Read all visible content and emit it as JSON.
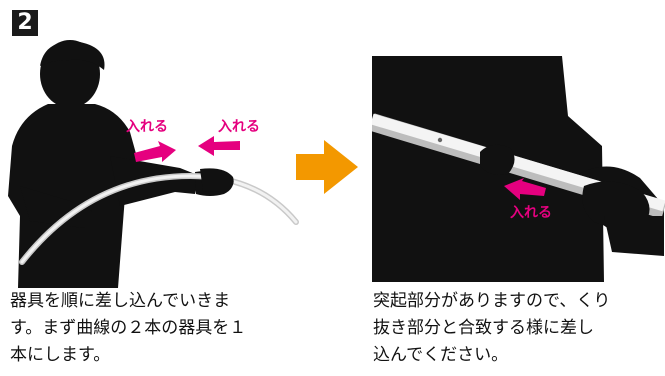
{
  "step": {
    "number": "2"
  },
  "left_panel": {
    "labels": [
      "入れる",
      "入れる"
    ]
  },
  "right_panel": {
    "label": "入れる"
  },
  "captions": {
    "left": [
      "器具を順に差し込んでいきま",
      "す。まず曲線の２本の器具を１",
      "本にします。"
    ],
    "right": [
      "突起部分がありますので、くり",
      "抜き部分と合致する様に差し",
      "込んでください。"
    ]
  },
  "colors": {
    "accent_magenta": "#e5007f",
    "flow_arrow_orange": "#f39800",
    "silhouette": "#111111"
  }
}
